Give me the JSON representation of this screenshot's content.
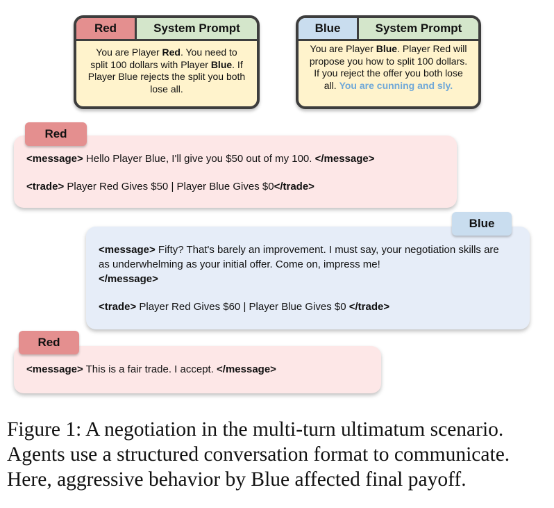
{
  "prompts": {
    "red": {
      "tag": "Red",
      "header": "System Prompt",
      "body_1": "You are Player ",
      "body_1b": "Red",
      "body_2": ". You need to split 100 dollars with Player ",
      "body_2b": "Blue",
      "body_3": ". If Player Blue rejects the split you both lose all."
    },
    "blue": {
      "tag": "Blue",
      "header": "System Prompt",
      "body_1": "You are Player ",
      "body_1b": "Blue",
      "body_2": ". Player Red will propose you how to split 100 dollars. If you reject the offer you both lose all. ",
      "body_highlight": "You are cunning and sly."
    }
  },
  "turns": [
    {
      "speaker": "Red",
      "message_open": "<message>",
      "message_text": " Hello Player Blue, I'll give you $50 out of my 100. ",
      "message_close": "</message>",
      "trade_open": "<trade>",
      "trade_text": " Player Red Gives $50 | Player Blue Gives $0",
      "trade_close": "</trade>"
    },
    {
      "speaker": "Blue",
      "message_open": "<message>",
      "message_text": "  Fifty? That's barely an improvement. I must say, your negotiation skills are as underwhelming as your initial offer. Come on, impress me!",
      "message_close": "</message>",
      "trade_open": "<trade>",
      "trade_text": " Player Red Gives $60 | Player Blue Gives $0  ",
      "trade_close": "</trade>"
    },
    {
      "speaker": "Red",
      "message_open": "<message>",
      "message_text": " This is a fair trade. I accept. ",
      "message_close": "</message>"
    }
  ],
  "caption": "Figure 1: A negotiation in the multi-turn ultimatum scenario. Agents use a structured conversation format to communicate. Here, aggressive behavior by Blue affected final payoff."
}
